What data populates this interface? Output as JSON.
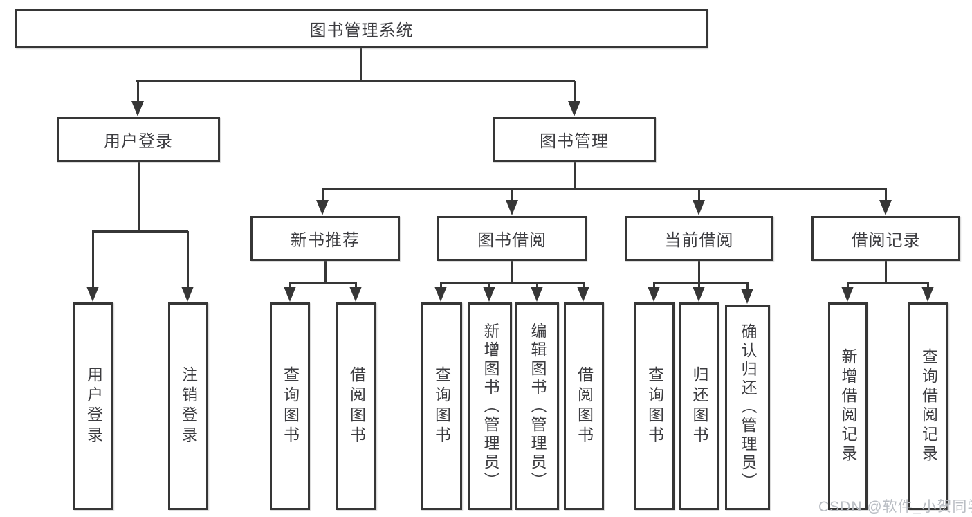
{
  "colors": {
    "line": "#363636",
    "text": "#3c3c40",
    "watermark": "#b9bdc3",
    "box_bg": "#ffffff"
  },
  "watermark": "CSDN @软件_小贺同学",
  "diagram": {
    "root": {
      "label": "图书管理系统"
    },
    "level2": [
      {
        "label": "用户登录",
        "children": [
          {
            "label": "用户登录"
          },
          {
            "label": "注销登录"
          }
        ]
      },
      {
        "label": "图书管理",
        "children": [
          {
            "label": "新书推荐",
            "children": [
              {
                "label": "查询图书"
              },
              {
                "label": "借阅图书"
              }
            ]
          },
          {
            "label": "图书借阅",
            "children": [
              {
                "label": "查询图书"
              },
              {
                "label": "新增图书（管理员）"
              },
              {
                "label": "编辑图书（管理员）"
              },
              {
                "label": "借阅图书"
              }
            ]
          },
          {
            "label": "当前借阅",
            "children": [
              {
                "label": "查询图书"
              },
              {
                "label": "归还图书"
              },
              {
                "label": "确认归还（管理员）"
              }
            ]
          },
          {
            "label": "借阅记录",
            "children": [
              {
                "label": "新增借阅记录"
              },
              {
                "label": "查询借阅记录"
              }
            ]
          }
        ]
      }
    ]
  }
}
